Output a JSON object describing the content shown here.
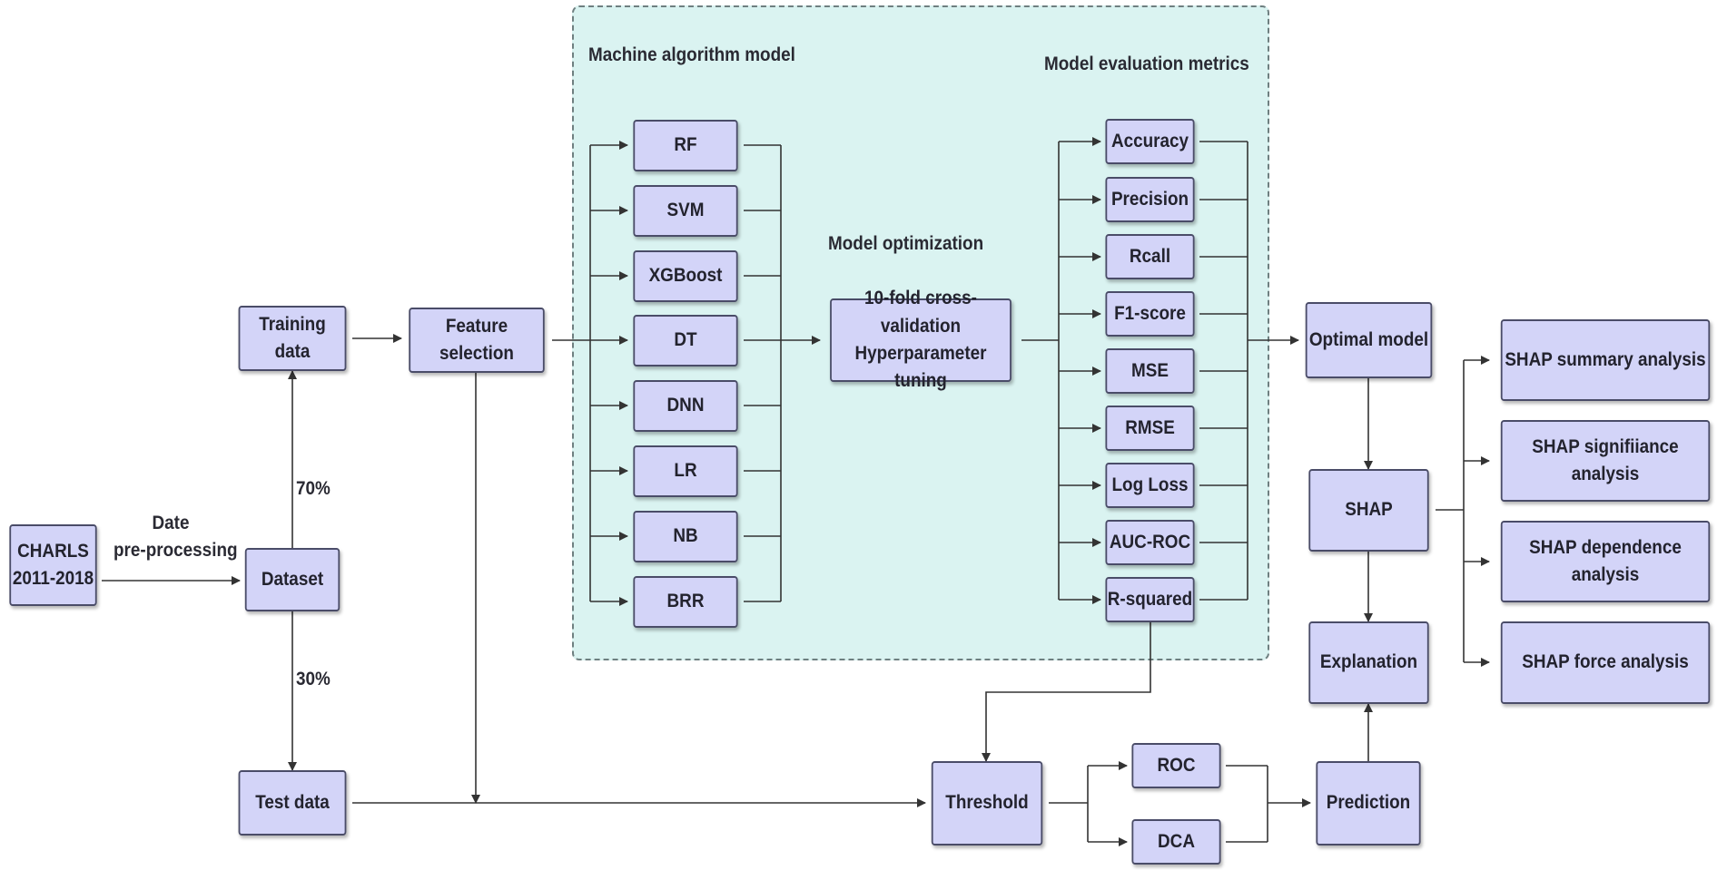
{
  "diagram": {
    "group_labels": {
      "machine_algorithm_model": "Machine algorithm model",
      "model_evaluation_metrics": "Model evaluation metrics",
      "model_optimization": "Model optimization"
    },
    "source": {
      "line1": "CHARLS",
      "line2": "2011-2018"
    },
    "preprocess_label": {
      "line1": "Date",
      "line2": "pre-processing"
    },
    "dataset": "Dataset",
    "split_train_pct": "70%",
    "split_test_pct": "30%",
    "training_data": "Training data",
    "test_data": "Test data",
    "feature_selection": "Feature selection",
    "algorithms": [
      "RF",
      "SVM",
      "XGBoost",
      "DT",
      "DNN",
      "LR",
      "NB",
      "BRR"
    ],
    "optimization": {
      "line1": "10-fold cross-validation",
      "line2": "Hyperparameter tuning"
    },
    "metrics": [
      "Accuracy",
      "Precision",
      "Rcall",
      "F1-score",
      "MSE",
      "RMSE",
      "Log Loss",
      "AUC-ROC",
      "R-squared"
    ],
    "optimal_model": "Optimal model",
    "shap": "SHAP",
    "explanation": "Explanation",
    "shap_analyses": [
      "SHAP summary analysis",
      "SHAP signifiiance analysis",
      "SHAP dependence analysis",
      "SHAP force analysis"
    ],
    "threshold": "Threshold",
    "roc": "ROC",
    "dca": "DCA",
    "prediction": "Prediction"
  },
  "colors": {
    "node_fill": "#d3d4f8",
    "node_border": "#4a4c68",
    "region_fill": "#daf3f1",
    "wire": "#333333"
  }
}
